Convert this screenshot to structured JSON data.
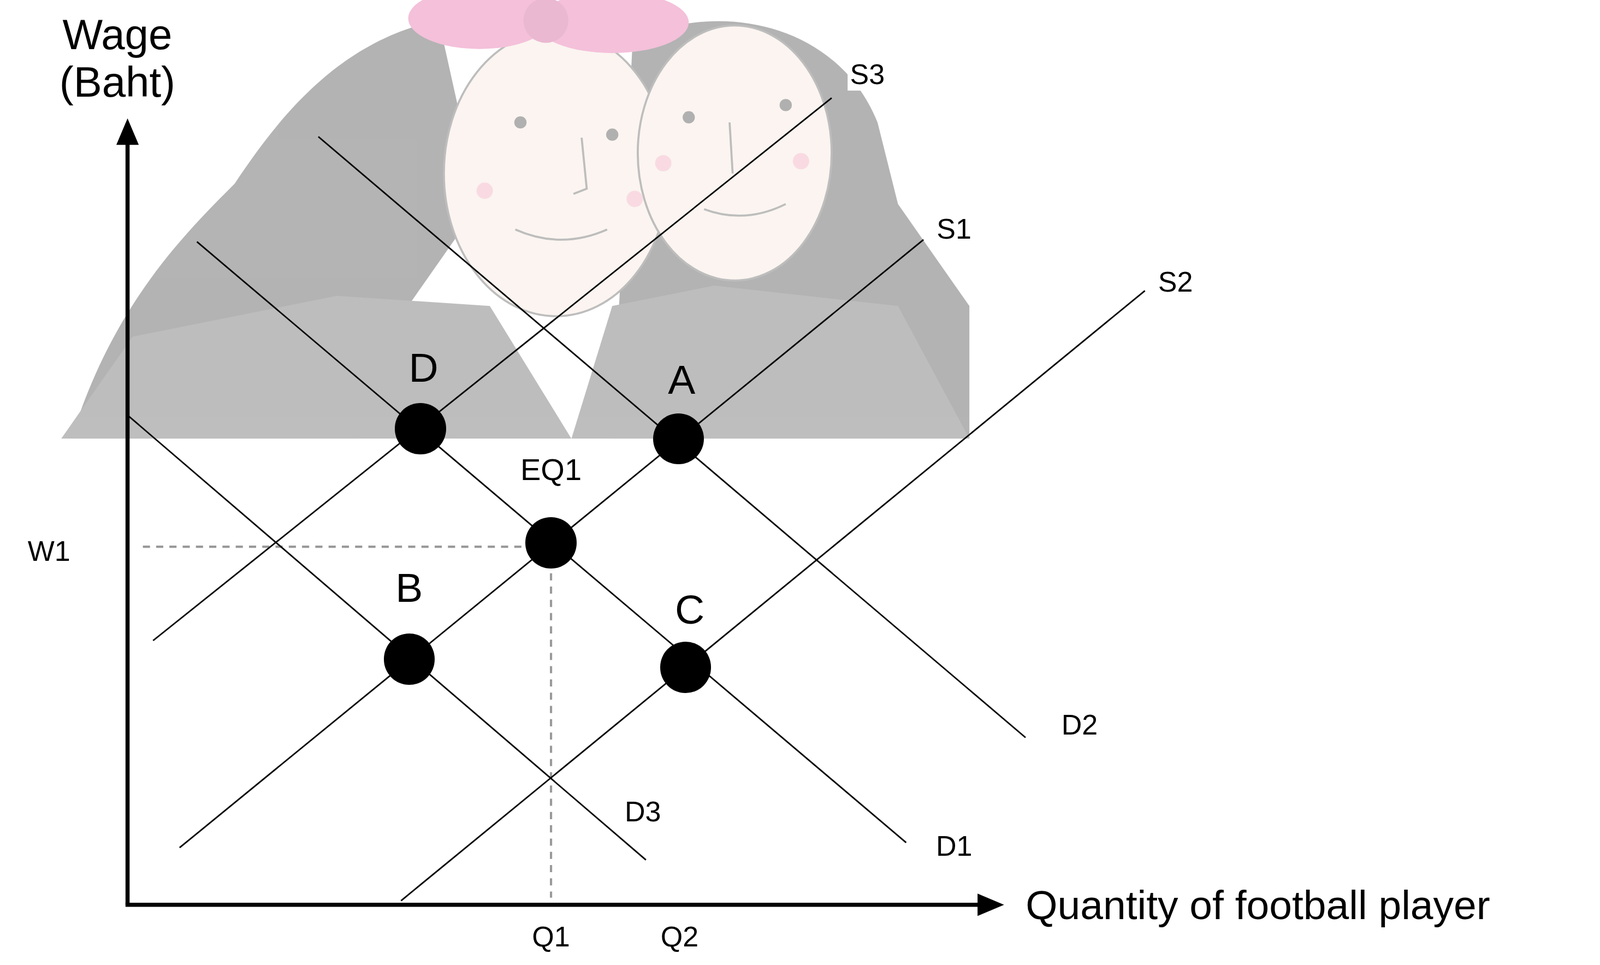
{
  "diagram": {
    "nodes": [
      {
        "text": [
          "D"
        ]
      },
      {
        "text": [
          "A"
        ]
      },
      {
        "text": [
          "EQ1"
        ]
      },
      {
        "text": [
          "B"
        ]
      },
      {
        "text": [
          "C"
        ]
      }
    ],
    "labels": [
      "Wage (Baht)",
      "S3",
      "S1",
      "S2",
      "W1",
      "D2",
      "D3",
      "D1",
      "Quantity of football player",
      "Q1",
      "Q2"
    ]
  }
}
